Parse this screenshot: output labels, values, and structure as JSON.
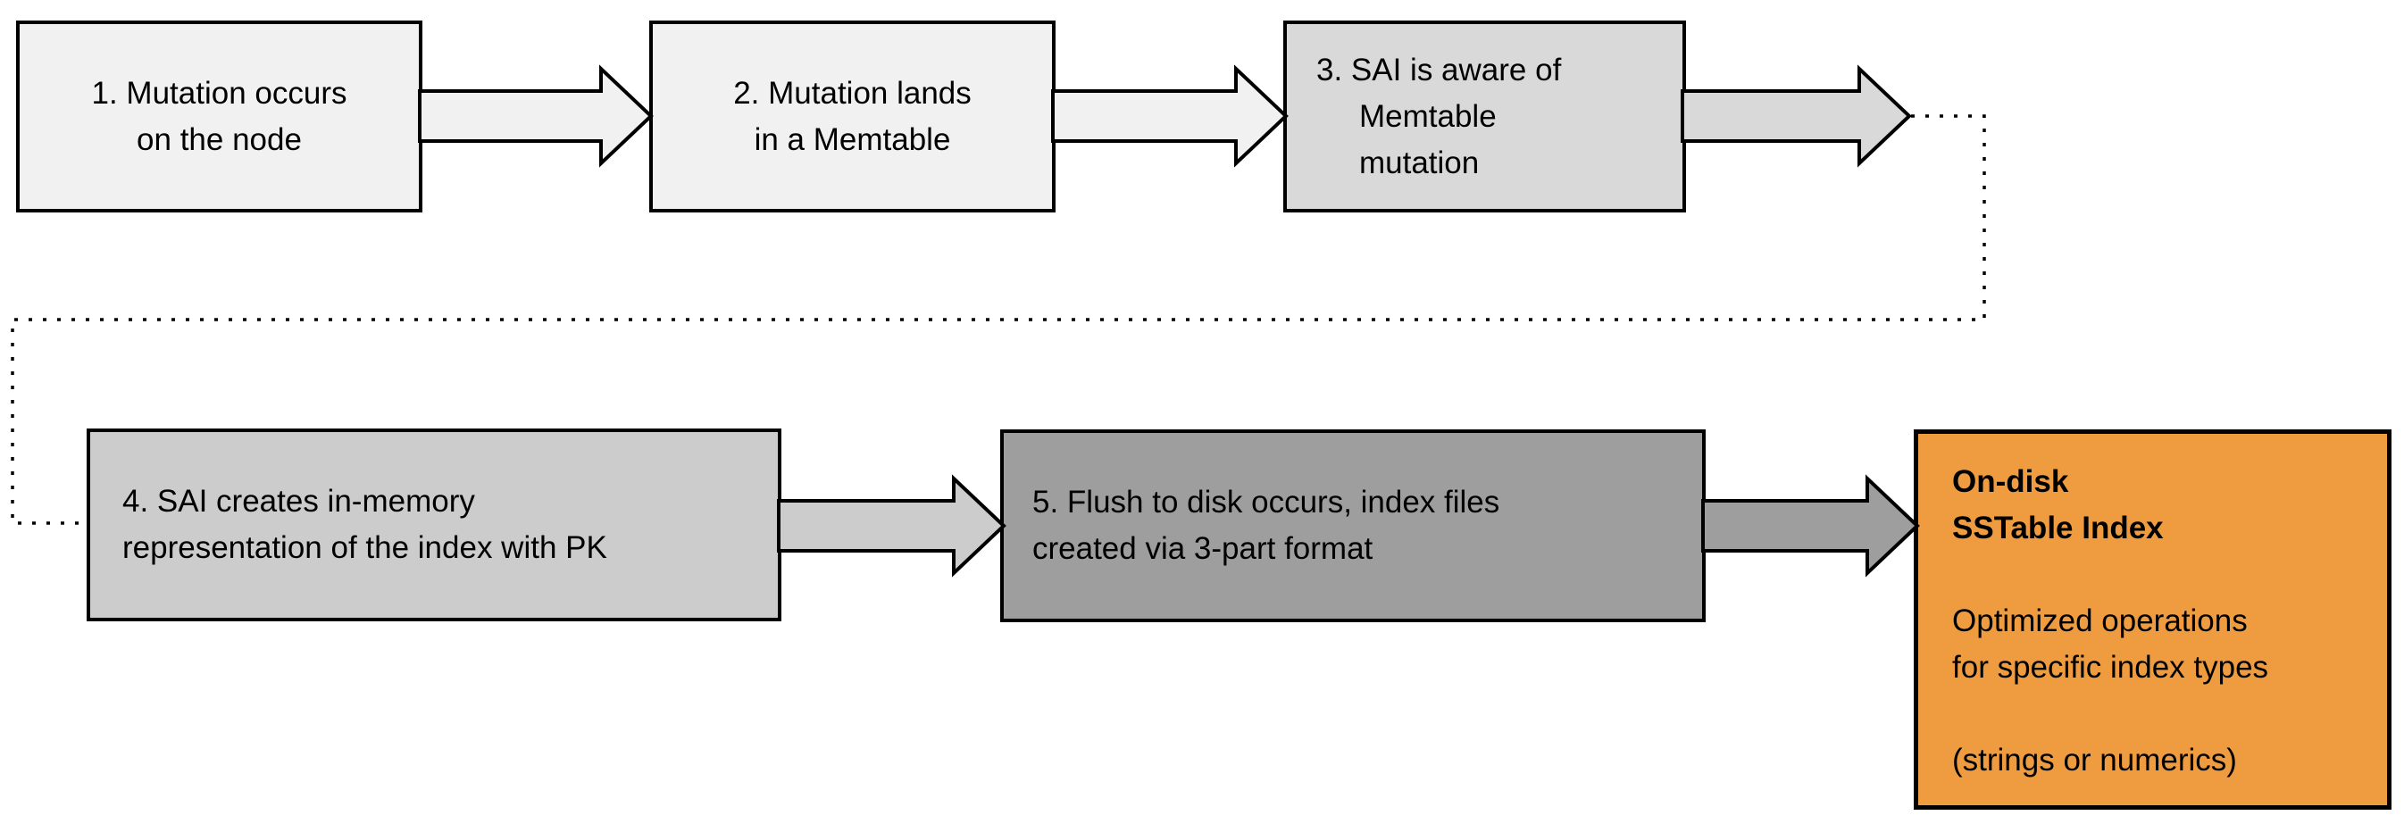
{
  "diagram": {
    "background": "#ffffff",
    "outline_color": "#000000"
  },
  "steps": [
    {
      "id": "step1",
      "fill": "#f1f1f1",
      "lines": [
        "1. Mutation occurs",
        "on the node"
      ]
    },
    {
      "id": "step2",
      "fill": "#f1f1f1",
      "lines": [
        "2. Mutation lands",
        "in a Memtable"
      ]
    },
    {
      "id": "step3",
      "fill": "#d9d9d9",
      "lines": [
        "3. SAI is aware of",
        "Memtable",
        "mutation"
      ]
    },
    {
      "id": "step4",
      "fill": "#cccccc",
      "lines": [
        "4. SAI creates in-memory",
        "representation of the index with PK"
      ]
    },
    {
      "id": "step5",
      "fill": "#9e9e9e",
      "lines": [
        "5. Flush to disk occurs, index files",
        "created via 3-part format"
      ]
    }
  ],
  "result_box": {
    "fill": "#ef9b40",
    "title_lines": [
      "On-disk",
      "SSTable Index"
    ],
    "body_lines": [
      "Optimized operations",
      "for specific index types"
    ],
    "note": "(strings or numerics)"
  },
  "arrows": [
    {
      "name": "arrow-step1-step2",
      "fill": "#f1f1f1"
    },
    {
      "name": "arrow-step2-step3",
      "fill": "#f1f1f1"
    },
    {
      "name": "arrow-step3-connector",
      "fill": "#d9d9d9"
    },
    {
      "name": "arrow-step4-step5",
      "fill": "#cccccc"
    },
    {
      "name": "arrow-step5-result",
      "fill": "#9e9e9e"
    }
  ]
}
